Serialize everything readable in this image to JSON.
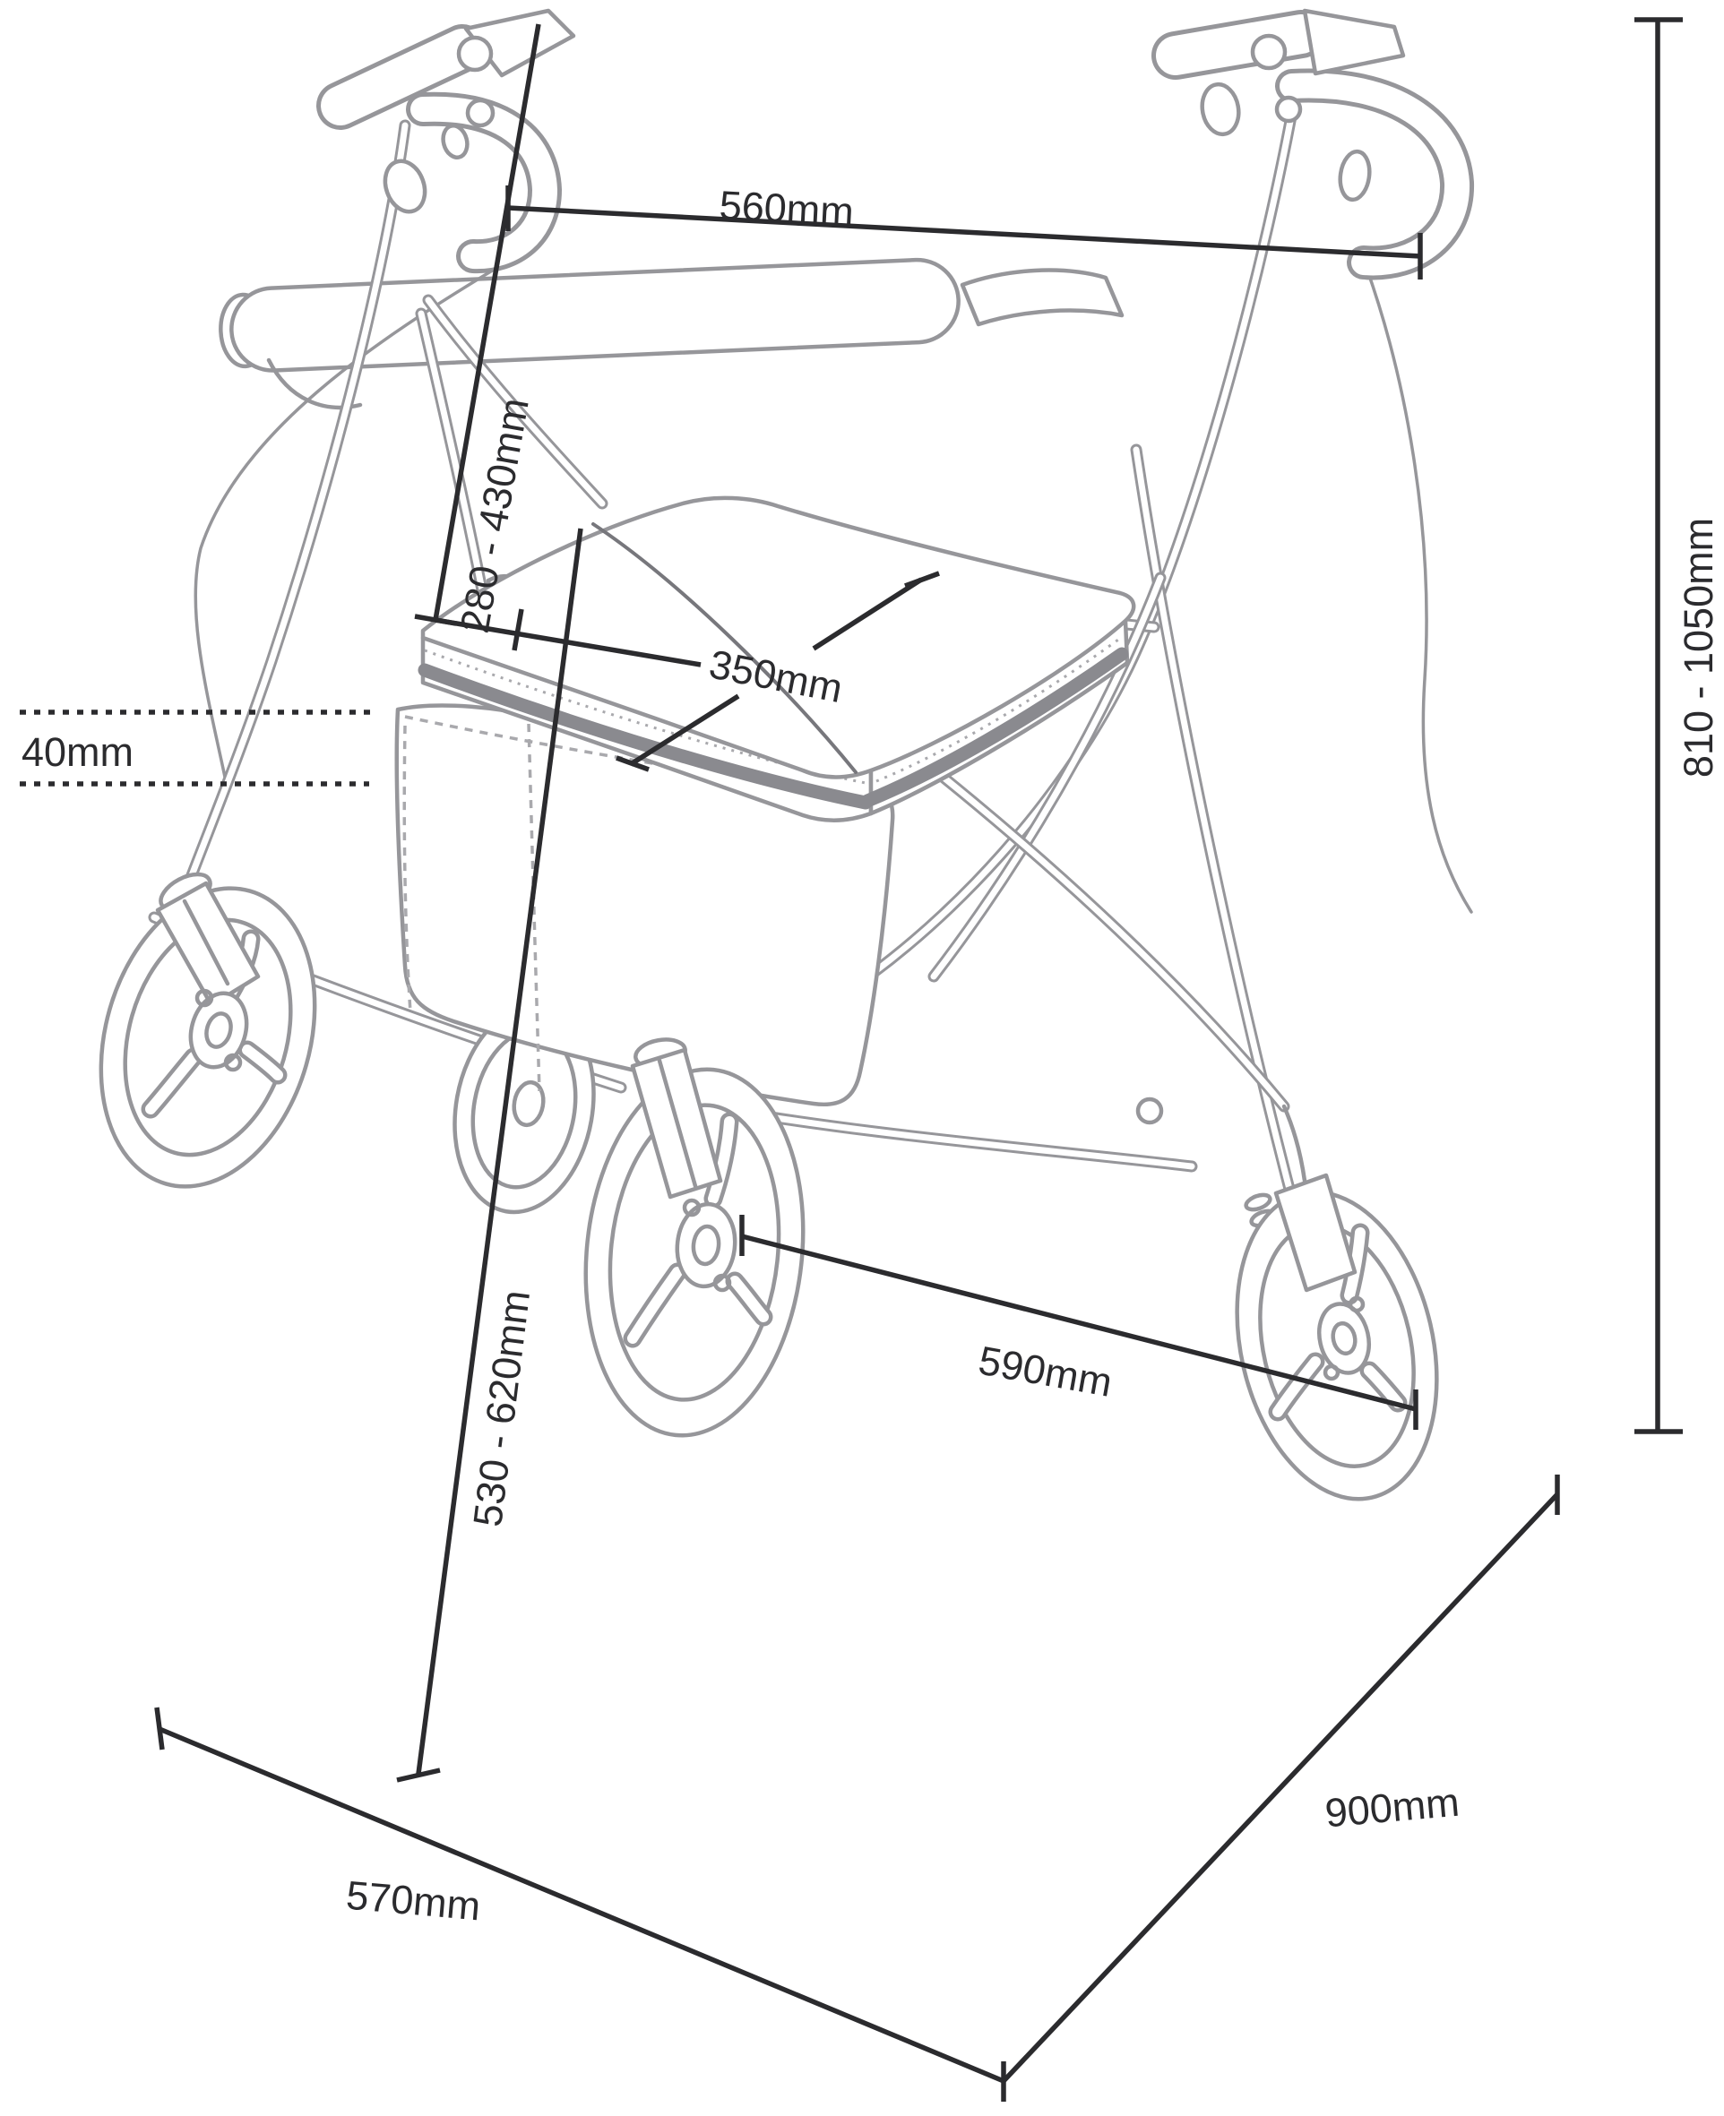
{
  "diagram": {
    "title": "Rollator dimension drawing",
    "subject": "four-wheeled rollator walker with seat, backrest bar, storage bag and loop brakes",
    "style": "gray outline technical illustration with black dimension lines",
    "colors": {
      "background": "#ffffff",
      "artwork_outline": "#96969a",
      "zipper_stripe": "#8a8a8f",
      "dimension_ink": "#2b2b2e"
    },
    "dimensions": {
      "handle_width": "560mm",
      "handle_height_range": "280 - 430mm",
      "seat_width": "350mm",
      "cushion_thickness": "40mm",
      "overall_height_range": "810 - 1050mm",
      "seat_height_range": "530 - 620mm",
      "rear_wheel_track": "590mm",
      "overall_width": "570mm",
      "overall_depth": "900mm"
    }
  }
}
